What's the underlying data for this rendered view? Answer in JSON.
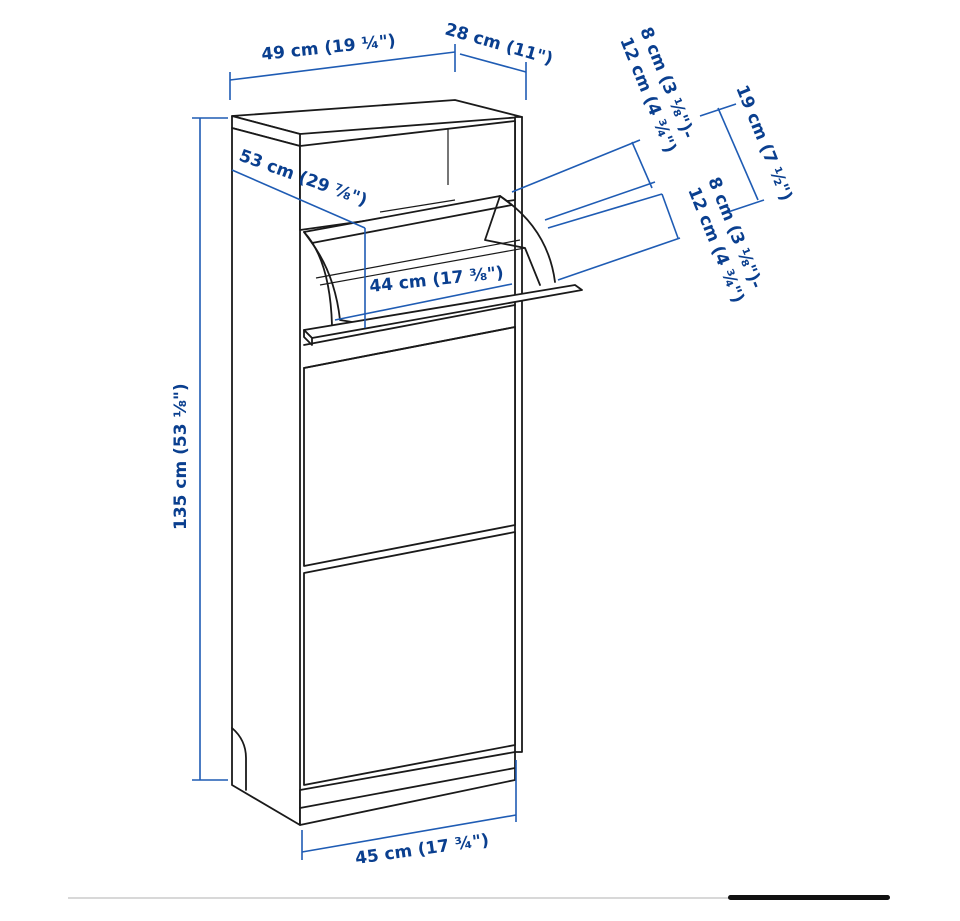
{
  "diagram": {
    "colors": {
      "dimension": "#0a3f8f",
      "dimension_line": "#1f5cb4",
      "outline": "#1a1a1a"
    },
    "dimensions": {
      "top_width": "49 cm (19 ¼\")",
      "depth": "28 cm (11\")",
      "compartment_upper_1": "8 cm (3 ⅛\")-",
      "compartment_upper_2": "12 cm (4 ¾\")",
      "compartment_spacing": "19 cm (7 ½\")",
      "compartment_lower_1": "8 cm (3 ⅛\")-",
      "compartment_lower_2": "12 cm (4 ¾\")",
      "open_depth": "53 cm (29 ⅞\")",
      "inner_width": "44 cm (17 ⅜\")",
      "height": "135 cm (53 ⅛\")",
      "bottom_width": "45 cm (17 ¾\")"
    }
  }
}
